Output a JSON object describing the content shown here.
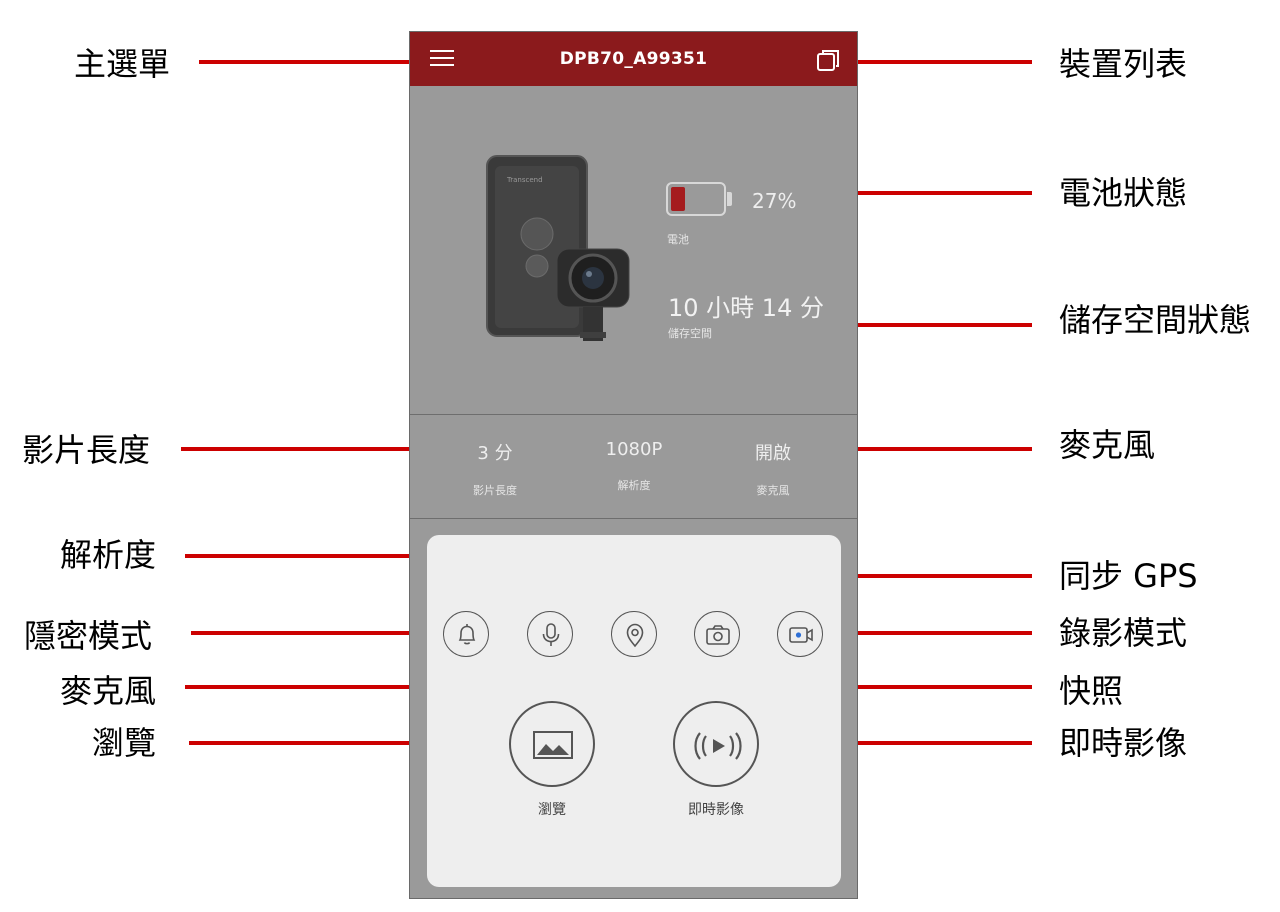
{
  "app": {
    "title": "DPB70_A99351",
    "battery_percent": 27,
    "battery_text": "27%",
    "battery_label": "電池",
    "storage_value": "10 小時 14 分",
    "storage_label": "儲存空間"
  },
  "settings": [
    {
      "value": "3 分",
      "label": "影片長度"
    },
    {
      "value": "1080P",
      "label": "解析度"
    },
    {
      "value": "開啟",
      "label": "麥克風"
    }
  ],
  "controls": {
    "privacy": "bell-icon",
    "mic": "microphone-icon",
    "gps": "location-pin-icon",
    "snapshot": "camera-icon",
    "record": "video-record-icon"
  },
  "browse_label": "瀏覽",
  "live_label": "即時影像",
  "annotations": {
    "main_menu": "主選單",
    "device_list": "裝置列表",
    "battery_status": "電池狀態",
    "storage_status": "儲存空間狀態",
    "video_length": "影片長度",
    "microphone_setting": "麥克風",
    "resolution": "解析度",
    "gps_sync": "同步 GPS",
    "privacy_mode": "隱密模式",
    "recording_mode": "錄影模式",
    "microphone": "麥克風",
    "snapshot": "快照",
    "browse": "瀏覽",
    "live_view": "即時影像"
  },
  "colors": {
    "header": "#8b1a1c",
    "battery_fill": "#a51c1e",
    "leader_line": "#cc0000",
    "screen_bg": "#9a9a9a",
    "panel_bg": "#eeeeee"
  }
}
